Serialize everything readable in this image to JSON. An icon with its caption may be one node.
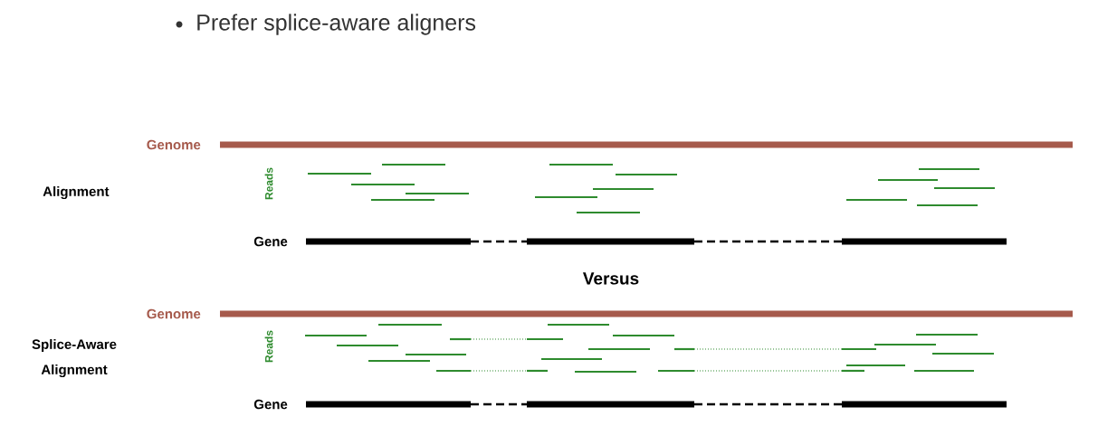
{
  "diagram": {
    "labels": [
      "Prefer splice-aware aligners",
      "Genome",
      "Alignment",
      "Reads",
      "Gene",
      "Versus",
      "Genome",
      "Splice-Aware Alignment",
      "Reads",
      "Gene"
    ]
  }
}
